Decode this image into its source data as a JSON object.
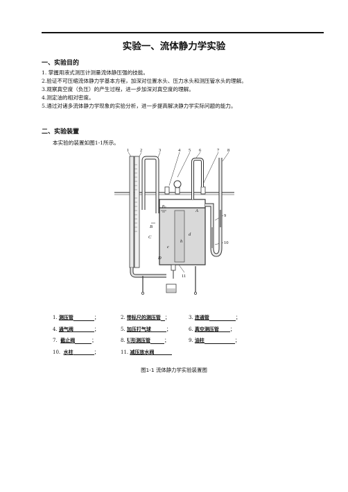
{
  "title": "实验一、流体静力学实验",
  "sections": {
    "purpose_heading": "一、实验目的",
    "objectives": [
      "1. 掌握用液式测压计测量流体静压强的技能。",
      "2.验证不可压缩流体静力学基本方程，加深对位置水头、压力水头和测压管水头的理解。",
      "3.观察真空度（负压）的产生过程，进一步加深对真空度的理解。",
      "4.测定油的相对密度。",
      "5.通过对诸多流体静力学现象的实验分析，进一步提高解决静力学实际问题的能力。"
    ],
    "apparatus_heading": "二、实验装置",
    "apparatus_text": "本实验的装置如图1-1所示。"
  },
  "figure": {
    "top_numbers": [
      "1",
      "2",
      "3",
      "4",
      "5",
      "6",
      "7",
      "8"
    ],
    "side_numbers": [
      "9",
      "10",
      "11"
    ],
    "letters": [
      "A",
      "B",
      "C",
      "D"
    ],
    "symbols": {
      "p0": "p₀",
      "h": "h",
      "d": "d",
      "c": "c"
    }
  },
  "legend": {
    "rows": [
      [
        {
          "num": "1.",
          "label": "测压管"
        },
        {
          "num": "2.",
          "label": "带标尺的测压管"
        },
        {
          "num": "3.",
          "label": "连通管"
        }
      ],
      [
        {
          "num": "4.",
          "label": "通气阀"
        },
        {
          "num": "5.",
          "label": "加压打气球"
        },
        {
          "num": "6.",
          "label": "真空测压管"
        }
      ],
      [
        {
          "num": "7.",
          "label": "截止阀"
        },
        {
          "num": "8.",
          "label": "U形测压管"
        },
        {
          "num": "9.",
          "label": "油柱"
        }
      ],
      [
        {
          "num": "10.",
          "label": "水柱"
        },
        {
          "num": "11.",
          "label": "减压放水阀"
        }
      ]
    ]
  },
  "caption": "图1-1   流体静力学实验装置图"
}
